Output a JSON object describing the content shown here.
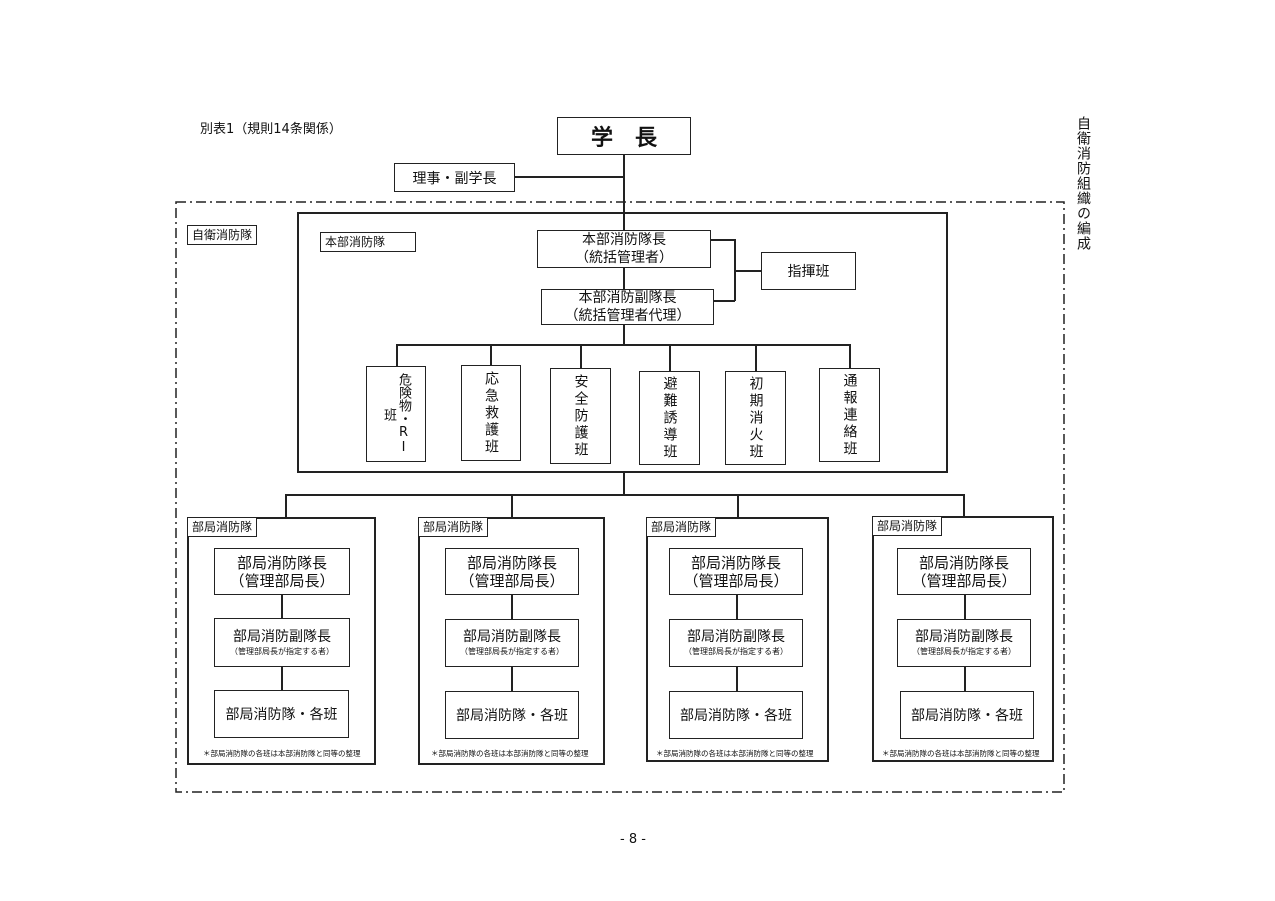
{
  "header": {
    "table_ref": "別表1（規則14条関係）"
  },
  "side_title": "自衛消防組織の編成",
  "top": {
    "president": "学　長",
    "executives": "理事・副学長"
  },
  "org": {
    "label": "自衛消防隊"
  },
  "hq": {
    "label": "本部消防隊",
    "chief": {
      "line1": "本部消防隊長",
      "line2": "（統括管理者）"
    },
    "vice_chief": {
      "line1": "本部消防副隊長",
      "line2": "（統括管理者代理）"
    },
    "command": "指揮班",
    "teams": [
      "危険物・RI班",
      "応急救護班",
      "安全防護班",
      "避難誘導班",
      "初期消火班",
      "通報連絡班"
    ]
  },
  "dept": {
    "label": "部局消防隊",
    "chief": {
      "line1": "部局消防隊長",
      "line2": "（管理部局長）"
    },
    "vice_chief": {
      "line1": "部局消防副隊長",
      "line2": "（管理部局長が指定する者）"
    },
    "teams": "部局消防隊・各班",
    "note": "＊部局消防隊の各班は本部消防隊と同等の整理"
  },
  "footer": {
    "page": "- 8 -"
  }
}
